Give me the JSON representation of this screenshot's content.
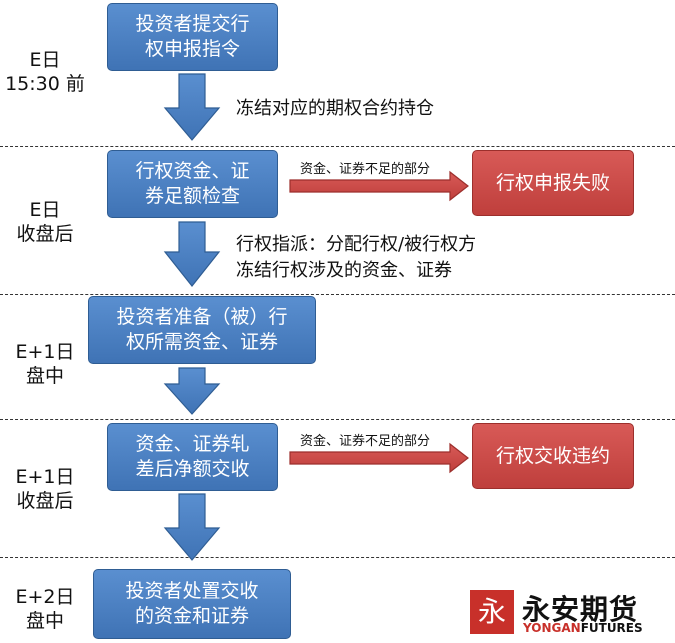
{
  "stages": [
    {
      "line1": "E日",
      "line2": "15:30 前"
    },
    {
      "line1": "E日",
      "line2": "收盘后"
    },
    {
      "line1": "E+1日",
      "line2": "盘中"
    },
    {
      "line1": "E+1日",
      "line2": "收盘后"
    },
    {
      "line1": "E+2日",
      "line2": "盘中"
    }
  ],
  "steps": [
    {
      "line1": "投资者提交行",
      "line2": "权申报指令"
    },
    {
      "line1": "行权资金、证",
      "line2": "券足额检查"
    },
    {
      "line1": "投资者准备（被）行",
      "line2": "权所需资金、证券"
    },
    {
      "line1": "资金、证券轧",
      "line2": "差后净额交收"
    },
    {
      "line1": "投资者处置交收",
      "line2": "的资金和证券"
    }
  ],
  "notes": {
    "freeze_position": "冻结对应的期权合约持仓",
    "assign_line1": "行权指派：分配行权/被行权方",
    "assign_line2": "冻结行权涉及的资金、证券"
  },
  "failures": [
    {
      "condition": "资金、证券不足的部分",
      "result": "行权申报失败"
    },
    {
      "condition": "资金、证券不足的部分",
      "result": "行权交收违约"
    }
  ],
  "logo": {
    "mark": "永",
    "name_cn": "永安期货",
    "name_en_a": "YONGAN",
    "name_en_b": "FUTURES"
  },
  "colors": {
    "step_blue": "#4a7fc1",
    "failure_red": "#c94a47"
  }
}
